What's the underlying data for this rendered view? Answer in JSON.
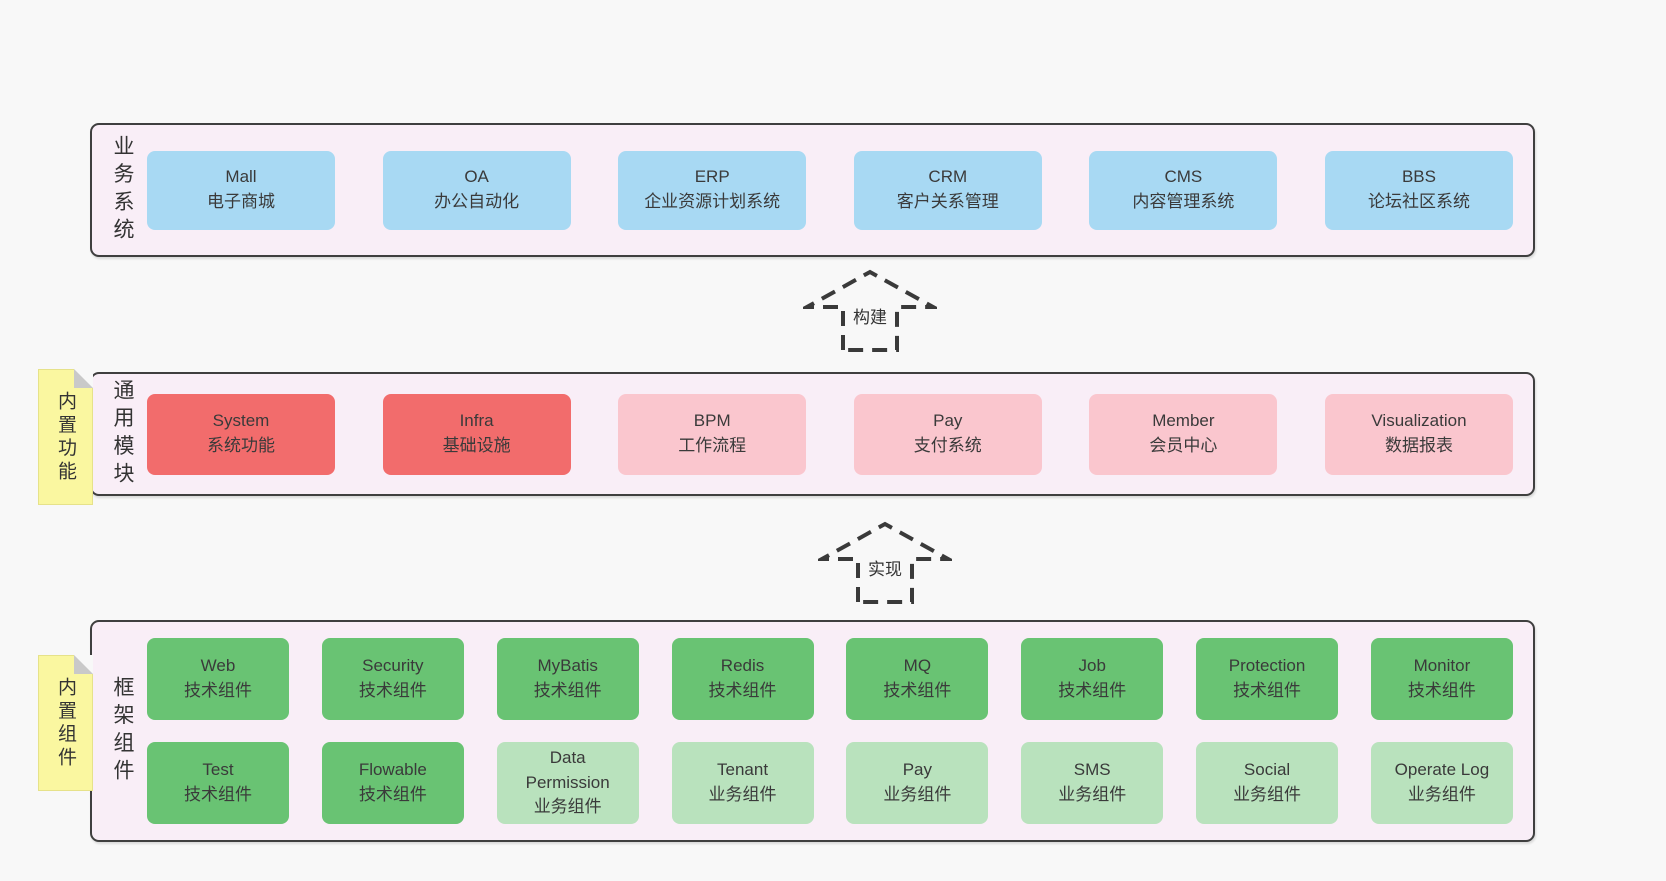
{
  "colors": {
    "canvas_bg": "#f8f8f8",
    "layer_bg": "#f9eef7",
    "layer_border": "#3f3f3f",
    "blue_box": "#a8d9f3",
    "red_box": "#f26c6c",
    "pink_box": "#fac6ce",
    "green_box": "#69c373",
    "green_light_box": "#b9e2bd",
    "note_yellow": "#faf7a0",
    "arrow_stroke": "#3a3a3a"
  },
  "arrows": [
    {
      "label": "构建"
    },
    {
      "label": "实现"
    }
  ],
  "layers": [
    {
      "label": "业务系统",
      "note": "",
      "rows": [
        [
          {
            "name": "Mall",
            "desc": "电子商城",
            "variant": "blue"
          },
          {
            "name": "OA",
            "desc": "办公自动化",
            "variant": "blue"
          },
          {
            "name": "ERP",
            "desc": "企业资源计划系统",
            "variant": "blue"
          },
          {
            "name": "CRM",
            "desc": "客户关系管理",
            "variant": "blue"
          },
          {
            "name": "CMS",
            "desc": "内容管理系统",
            "variant": "blue"
          },
          {
            "name": "BBS",
            "desc": "论坛社区系统",
            "variant": "blue"
          }
        ]
      ]
    },
    {
      "label": "通用模块",
      "note": "内置功能",
      "rows": [
        [
          {
            "name": "System",
            "desc": "系统功能",
            "variant": "red"
          },
          {
            "name": "Infra",
            "desc": "基础设施",
            "variant": "red"
          },
          {
            "name": "BPM",
            "desc": "工作流程",
            "variant": "pink"
          },
          {
            "name": "Pay",
            "desc": "支付系统",
            "variant": "pink"
          },
          {
            "name": "Member",
            "desc": "会员中心",
            "variant": "pink"
          },
          {
            "name": "Visualization",
            "desc": "数据报表",
            "variant": "pink"
          }
        ]
      ]
    },
    {
      "label": "框架组件",
      "note": "内置组件",
      "rows": [
        [
          {
            "name": "Web",
            "desc": "技术组件",
            "variant": "green"
          },
          {
            "name": "Security",
            "desc": "技术组件",
            "variant": "green"
          },
          {
            "name": "MyBatis",
            "desc": "技术组件",
            "variant": "green"
          },
          {
            "name": "Redis",
            "desc": "技术组件",
            "variant": "green"
          },
          {
            "name": "MQ",
            "desc": "技术组件",
            "variant": "green"
          },
          {
            "name": "Job",
            "desc": "技术组件",
            "variant": "green"
          },
          {
            "name": "Protection",
            "desc": "技术组件",
            "variant": "green"
          },
          {
            "name": "Monitor",
            "desc": "技术组件",
            "variant": "green"
          }
        ],
        [
          {
            "name": "Test",
            "desc": "技术组件",
            "variant": "green"
          },
          {
            "name": "Flowable",
            "desc": "技术组件",
            "variant": "green"
          },
          {
            "name": "Data Permission",
            "desc": "业务组件",
            "variant": "green-light"
          },
          {
            "name": "Tenant",
            "desc": "业务组件",
            "variant": "green-light"
          },
          {
            "name": "Pay",
            "desc": "业务组件",
            "variant": "green-light"
          },
          {
            "name": "SMS",
            "desc": "业务组件",
            "variant": "green-light"
          },
          {
            "name": "Social",
            "desc": "业务组件",
            "variant": "green-light"
          },
          {
            "name": "Operate Log",
            "desc": "业务组件",
            "variant": "green-light"
          }
        ]
      ]
    }
  ]
}
